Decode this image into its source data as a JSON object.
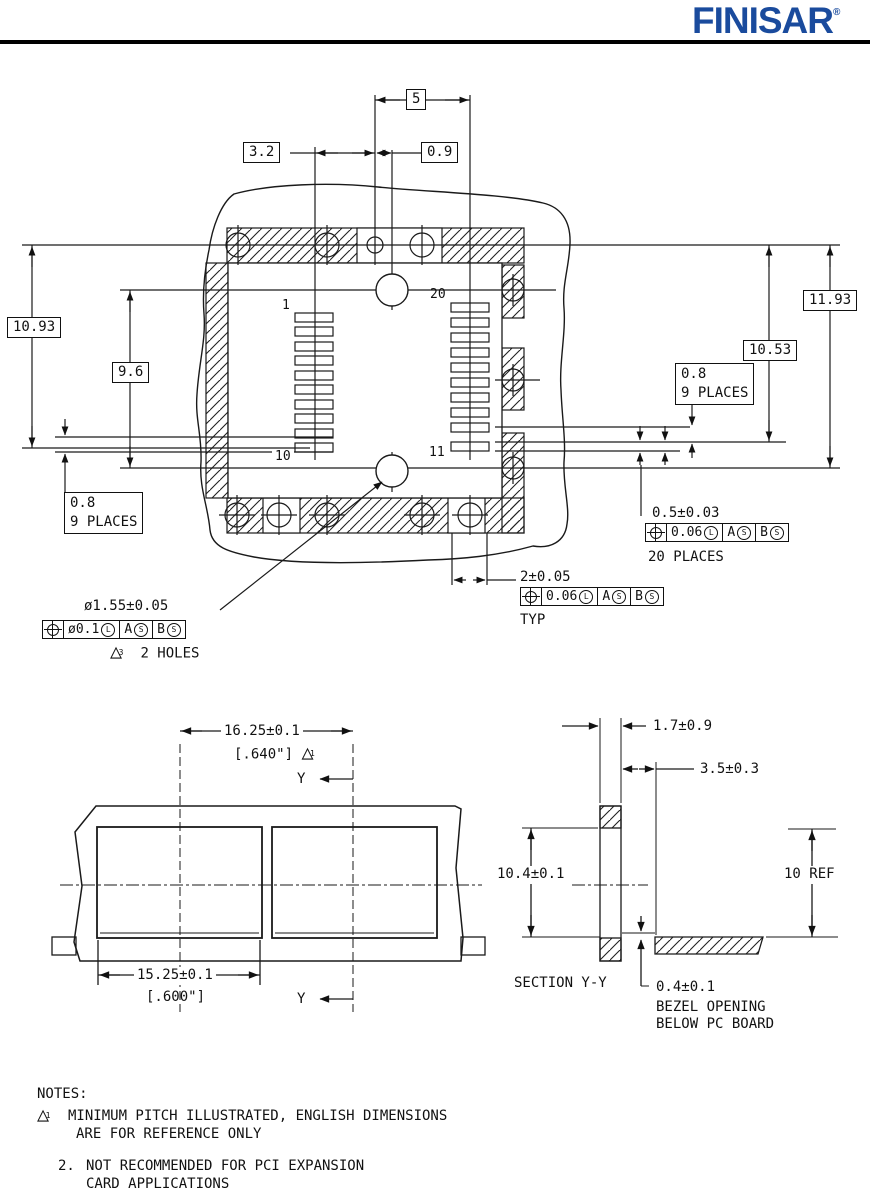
{
  "header": {
    "logo": "FINISAR",
    "registered": "®"
  },
  "colors": {
    "logo_blue": "#1a4b9d",
    "line": "#1a1a1a"
  },
  "footprint": {
    "dim_5": "5",
    "dim_3_2": "3.2",
    "dim_0_9": "0.9",
    "dim_10_93": "10.93",
    "dim_9_6": "9.6",
    "dim_11_93": "11.93",
    "dim_10_53": "10.53",
    "pitch_left": {
      "value": "0.8",
      "places": "9 PLACES"
    },
    "pitch_right": {
      "value": "0.8",
      "places": "9 PLACES"
    },
    "pins": {
      "p1": "1",
      "p10": "10",
      "p11": "11",
      "p20": "20"
    },
    "pad_width": {
      "value": "0.5±0.03",
      "places": "20 PLACES"
    },
    "pad_pitch2": {
      "value": "2±0.05",
      "typ": "TYP"
    },
    "holes": {
      "value": "ø1.55±0.05",
      "flag": "3",
      "label": "2 HOLES"
    },
    "fcf_holes": {
      "symbol": "position-tolerance",
      "tol": "ø0.1",
      "tolMod": "L",
      "datumA": "A",
      "datumAMod": "S",
      "datumB": "B",
      "datumBMod": "S"
    },
    "fcf_pitch2": {
      "symbol": "position-tolerance",
      "tol": "0.06",
      "tolMod": "L",
      "datumA": "A",
      "datumAMod": "S",
      "datumB": "B",
      "datumBMod": "S"
    },
    "fcf_padw": {
      "symbol": "position-tolerance",
      "tol": "0.06",
      "tolMod": "L",
      "datumA": "A",
      "datumAMod": "S",
      "datumB": "B",
      "datumBMod": "S"
    }
  },
  "front_view": {
    "dim_16_25": "16.25±0.1",
    "ref_640": "[.640\"]",
    "flag": "1",
    "y_top": "Y",
    "y_bottom": "Y",
    "dim_15_25": "15.25±0.1",
    "ref_600": "[.600\"]"
  },
  "section_view": {
    "dim_1_7": "1.7±0.9",
    "dim_3_5": "3.5±0.3",
    "dim_10_4": "10.4±0.1",
    "dim_10_ref": "10 REF",
    "title": "SECTION Y-Y",
    "dim_0_4": "0.4±0.1",
    "bezel_line1": "BEZEL OPENING",
    "bezel_line2": "BELOW PC BOARD"
  },
  "notes": {
    "heading": "NOTES:",
    "note1": {
      "flag": "1",
      "line1": "MINIMUM PITCH ILLUSTRATED, ENGLISH DIMENSIONS",
      "line2": "ARE FOR REFERENCE ONLY"
    },
    "note2": {
      "num": "2.",
      "line1": "NOT RECOMMENDED FOR PCI EXPANSION",
      "line2": "CARD APPLICATIONS"
    }
  }
}
